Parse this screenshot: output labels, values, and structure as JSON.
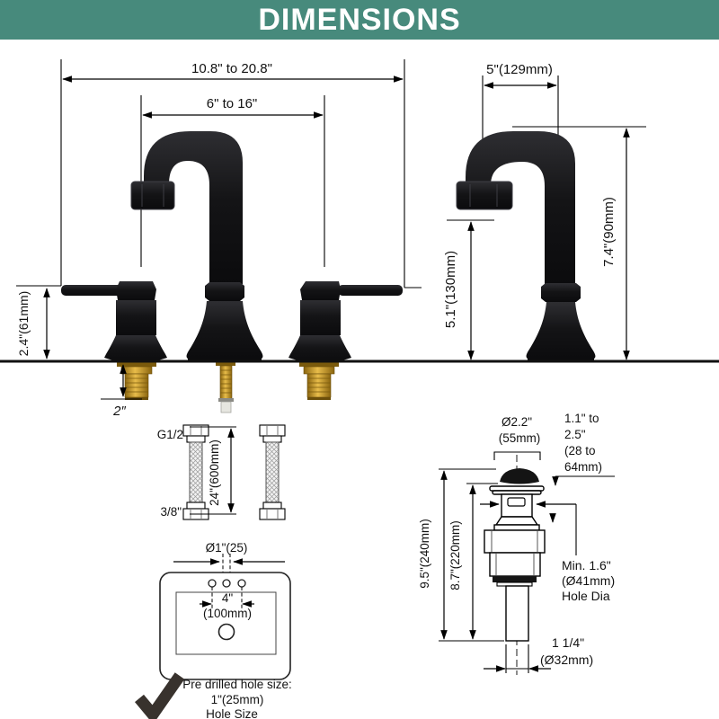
{
  "header": {
    "title": "DIMENSIONS"
  },
  "colors": {
    "banner_green": "#478a7c",
    "banner_text": "#ffffff",
    "drawing_line": "#000000",
    "faucet_black": "#17171a",
    "brass_gold": "#c59a28",
    "checkmark_dark": "#38322d"
  },
  "front_view": {
    "overall_width": "10.8\" to 20.8\"",
    "spout_reach": "6\" to 16\"",
    "handle_height": "2.4\"(61mm)",
    "shank_length": "2″"
  },
  "side_view": {
    "spout_reach": "5\"(129mm)",
    "total_height": "7.4\"(90mm)",
    "outlet_height": "5.1\"(130mm)"
  },
  "hoses": {
    "top_thread": "G1/2",
    "bottom_thread": "3/8\"",
    "length": "24\"(600mm)"
  },
  "sink": {
    "hole_diameter": "Ø1\"(25)",
    "spacing_inches": "4\"",
    "spacing_mm": "(100mm)"
  },
  "note": {
    "line1": "Pre drilled hole size:",
    "line2": "1\"(25mm)",
    "line3": "Hole Size"
  },
  "drain": {
    "cap_diameter_in": "Ø2.2\"",
    "cap_diameter_mm": "(55mm)",
    "adjust_l1": "1.1\" to",
    "adjust_l2": "2.5\"",
    "adjust_l3": "(28 to",
    "adjust_l4": "64mm)",
    "total_height": "9.5\"(240mm)",
    "body_height": "8.7\"(220mm)",
    "hole_l1": "Min. 1.6\"",
    "hole_l2": "(Ø41mm)",
    "hole_l3": "Hole Dia",
    "tail_l1": "1 1/4\"",
    "tail_l2": "(Ø32mm)"
  }
}
